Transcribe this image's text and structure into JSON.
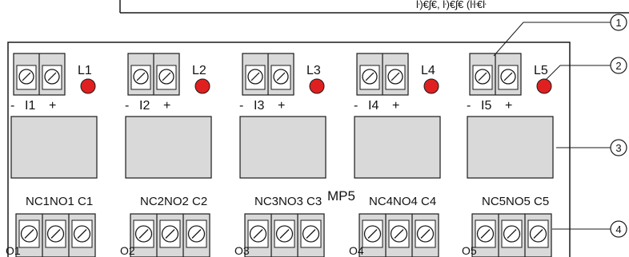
{
  "board_label": "MP5",
  "top_strip_text": "ŀ)€ʃ€, ŀ)€ʃ€ (ŀŀ€ŀ",
  "channels": [
    {
      "led": "L1",
      "minus": "-",
      "input": "I1",
      "plus": "+",
      "relay_contacts": "NC1NO1 C1",
      "output": "O1"
    },
    {
      "led": "L2",
      "minus": "-",
      "input": "I2",
      "plus": "+",
      "relay_contacts": "NC2NO2 C2",
      "output": "O2"
    },
    {
      "led": "L3",
      "minus": "-",
      "input": "I3",
      "plus": "+",
      "relay_contacts": "NC3NO3 C3",
      "output": "O3"
    },
    {
      "led": "L4",
      "minus": "-",
      "input": "I4",
      "plus": "+",
      "relay_contacts": "NC4NO4 C4",
      "output": "O4"
    },
    {
      "led": "L5",
      "minus": "-",
      "input": "I5",
      "plus": "+",
      "relay_contacts": "NC5NO5 C5",
      "output": "O5"
    }
  ],
  "callouts": [
    "1",
    "2",
    "3",
    "4"
  ],
  "colors": {
    "led": "#e02020",
    "relay_fill": "#d9d9d9",
    "terminal_fill": "#d9d9d9",
    "outline": "#1a1a1a",
    "background": "#ffffff"
  }
}
